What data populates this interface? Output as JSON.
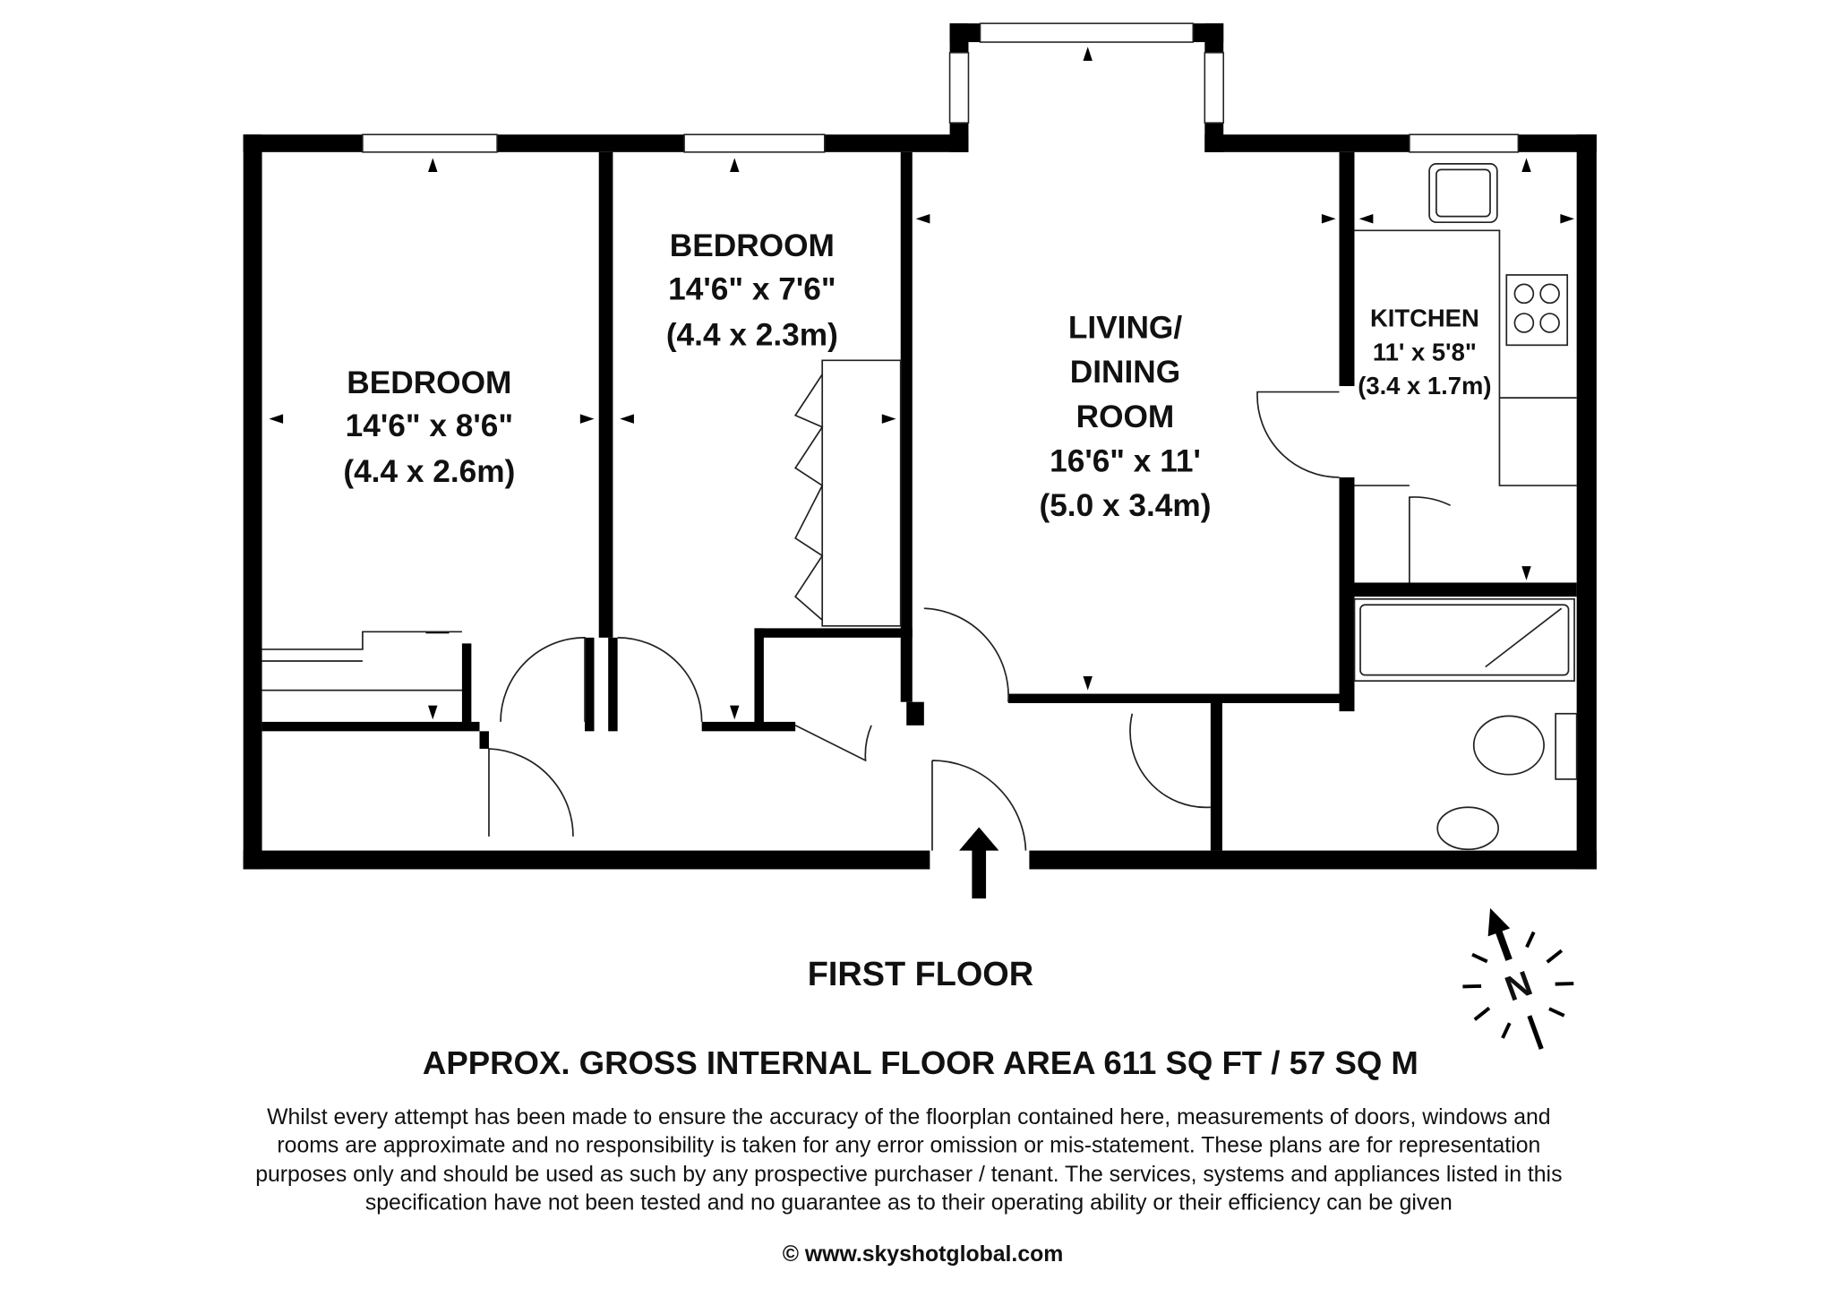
{
  "rooms": {
    "bedroom1": {
      "name": "BEDROOM",
      "imperial": "14'6\" x 8'6\"",
      "metric": "(4.4 x 2.6m)"
    },
    "bedroom2": {
      "name": "BEDROOM",
      "imperial": "14'6\" x 7'6\"",
      "metric": "(4.4 x 2.3m)"
    },
    "living": {
      "name_line1": "LIVING/",
      "name_line2": "DINING",
      "name_line3": "ROOM",
      "imperial": "16'6\" x 11'",
      "metric": "(5.0 x 3.4m)"
    },
    "kitchen": {
      "name": "KITCHEN",
      "imperial": "11' x 5'8\"",
      "metric": "(3.4 x 1.7m)"
    }
  },
  "floor_label": "FIRST FLOOR",
  "area": "APPROX. GROSS INTERNAL FLOOR AREA 611 SQ FT / 57 SQ M",
  "disclaimer": [
    "Whilst every attempt has been made to ensure the accuracy of the floorplan contained here, measurements of doors, windows and",
    "rooms are approximate and no responsibility is taken for any error omission or mis-statement. These plans are for representation",
    "purposes only and should  be used as such by any prospective purchaser / tenant. The services, systems and appliances listed in this",
    "specification have not been tested and no guarantee as to their operating ability or their efficiency can be given"
  ],
  "copyright": "© www.skyshotglobal.com",
  "compass": {
    "label": "N",
    "icon": "north-arrow-icon"
  }
}
